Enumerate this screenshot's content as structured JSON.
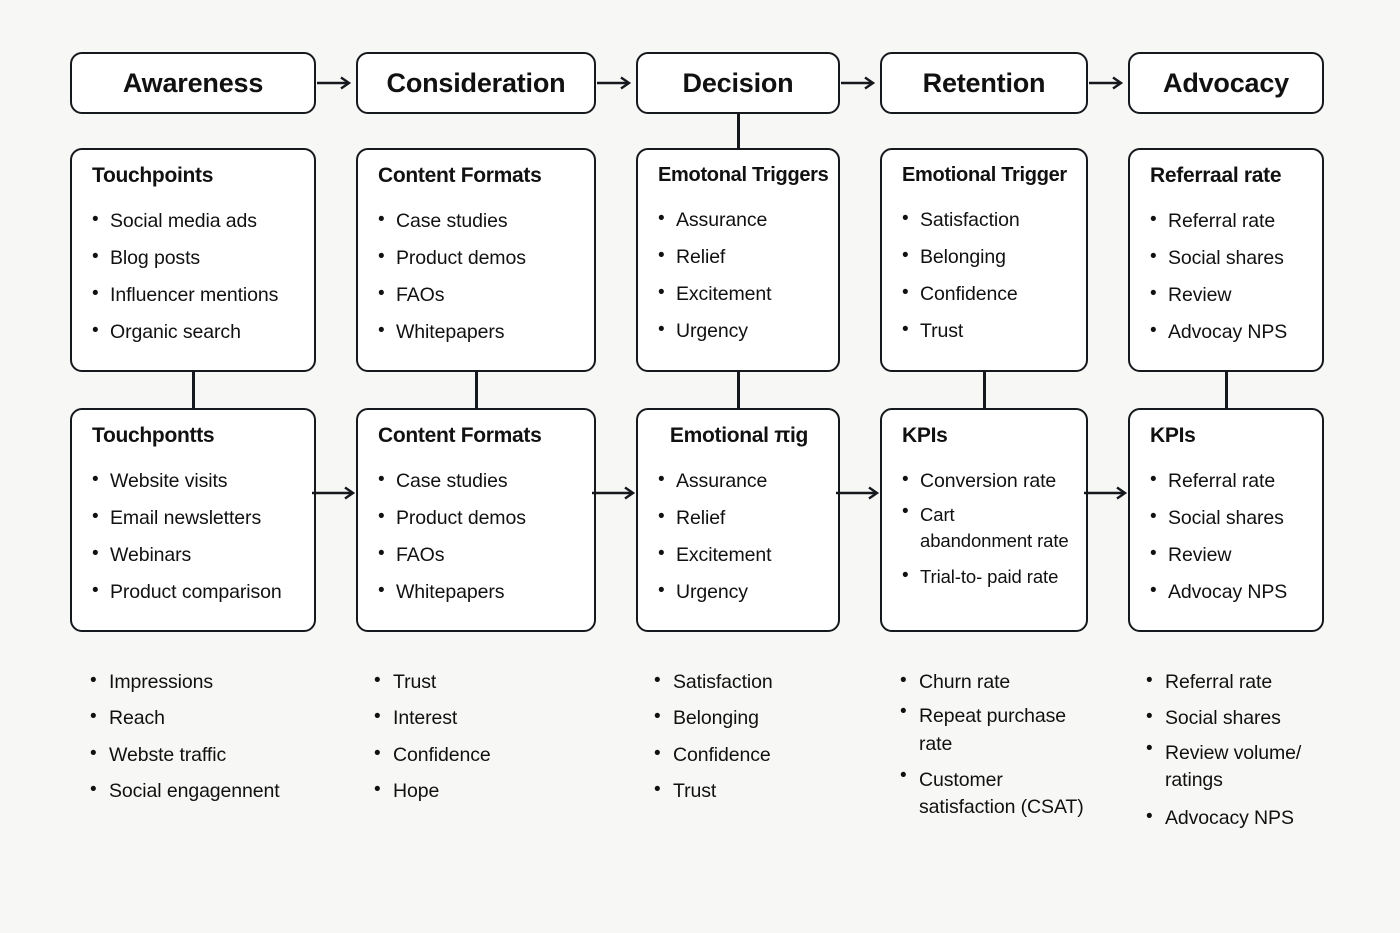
{
  "meta": {
    "title": "Customer Journey Stages Diagram",
    "background_color": "#f7f7f5",
    "stroke_color": "#15181c",
    "box_fill": "#ffffff"
  },
  "stages": [
    {
      "label": "Awareness"
    },
    {
      "label": "Consideration"
    },
    {
      "label": "Decision"
    },
    {
      "label": "Retention"
    },
    {
      "label": "Advocacy"
    }
  ],
  "row2": [
    {
      "title": "Touchpoints",
      "items": [
        "Social media ads",
        "Blog posts",
        "Influencer mentions",
        "Organic search"
      ]
    },
    {
      "title": "Content Formats",
      "items": [
        "Case studies",
        "Product demos",
        "FAOs",
        "Whitepapers"
      ]
    },
    {
      "title": "Emotonal Triggers",
      "items": [
        "Assurance",
        "Relief",
        "Excitement",
        "Urgency"
      ]
    },
    {
      "title": "Emotional Trigger",
      "items": [
        "Satisfaction",
        "Belonging",
        "Confidence",
        "Trust"
      ]
    },
    {
      "title": "Referraal rate",
      "items": [
        "Referral rate",
        "Social shares",
        "Review",
        "Advocay NPS"
      ]
    }
  ],
  "row3": [
    {
      "title": "Touchpontts",
      "items": [
        "Website visits",
        "Email newsletters",
        "Webinars",
        "Product comparison"
      ]
    },
    {
      "title": "Content Formats",
      "items": [
        "Case studies",
        "Product demos",
        "FAOs",
        "Whitepapers"
      ]
    },
    {
      "title": "Emotional πig",
      "items": [
        "Assurance",
        "Relief",
        "Excitement",
        "Urgency"
      ]
    },
    {
      "title": "KPIs",
      "items": [
        "Conversion rate",
        "Cart abandonment rate",
        "Trial-to- paid rate"
      ]
    },
    {
      "title": "KPIs",
      "items": [
        "Referral rate",
        "Social shares",
        "Review",
        "Advocay NPS"
      ]
    }
  ],
  "row4": [
    {
      "items": [
        "Impressions",
        "Reach",
        "Webste traffic",
        "Social engagennent"
      ]
    },
    {
      "items": [
        "Trust",
        "Interest",
        "Confidence",
        "Hope"
      ]
    },
    {
      "items": [
        "Satisfaction",
        "Belonging",
        "Confidence",
        "Trust"
      ]
    },
    {
      "items": [
        "Churn rate",
        "Repeat purchase rate",
        "Customer satisfaction (CSAT)"
      ]
    },
    {
      "items": [
        "Referral rate",
        "Social shares",
        "Review volume/ ratings",
        "Advocacy NPS"
      ]
    }
  ]
}
